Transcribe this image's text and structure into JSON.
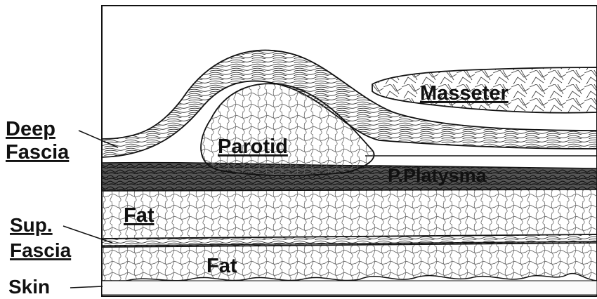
{
  "diagram": {
    "labels": {
      "deep_fascia_line1": "Deep",
      "deep_fascia_line2": "Fascia",
      "parotid": "Parotid",
      "masseter": "Masseter",
      "platysma": "P.Platysma",
      "fat_upper": "Fat",
      "sup_fascia_line1": "Sup.",
      "sup_fascia_line2": "Fascia",
      "fat_lower": "Fat",
      "skin": "Skin"
    },
    "colors": {
      "ink": "#111111",
      "paper": "#ffffff"
    }
  }
}
